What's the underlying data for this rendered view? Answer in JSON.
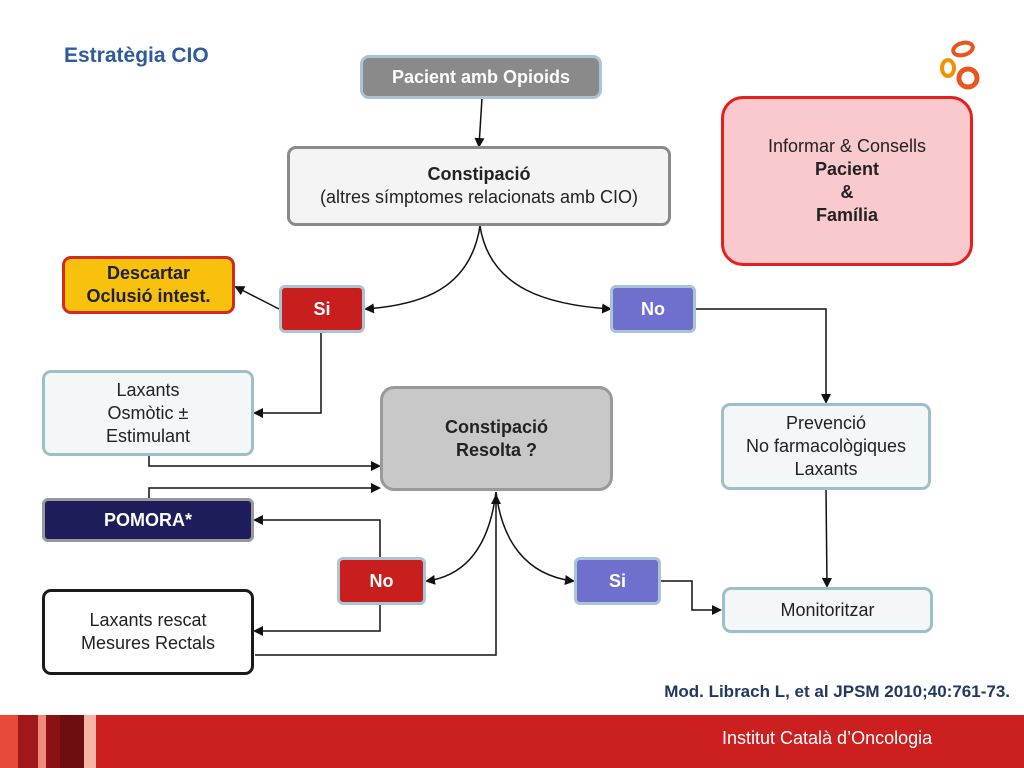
{
  "title": "Estratègia CIO",
  "nodes": {
    "start": "Pacient amb Opioids",
    "constipation_title": "Constipació",
    "constipation_sub": "(altres símptomes relacionats amb CIO)",
    "info_line1": "Informar & Consells",
    "info_line2": "Pacient",
    "info_line3": "&",
    "info_line4": "Família",
    "rule_out_line1": "Descartar",
    "rule_out_line2": "Oclusió intest.",
    "yes_top": "Si",
    "no_top": "No",
    "laxatives_line1": "Laxants",
    "laxatives_line2": "Osmòtic ±",
    "laxatives_line3": "Estimulant",
    "resolved_line1": "Constipació",
    "resolved_line2": "Resolta ?",
    "prevention_line1": "Prevenció",
    "prevention_line2": "No farmacològiques",
    "prevention_line3": "Laxants",
    "pomora": "POMORA*",
    "no_bottom": "No",
    "yes_bottom": "Si",
    "rescue_line1": "Laxants rescat",
    "rescue_line2": "Mesures Rectals",
    "monitor": "Monitoritzar"
  },
  "citation": "Mod. Librach L, et al JPSM 2010;40:761-73.",
  "footer": {
    "institution": "Institut Català d’Oncologia"
  },
  "colors": {
    "title": "#2e5b9e",
    "yes_no_red": "#c81e1e",
    "yes_no_purple": "#6f6fce",
    "pomora_navy": "#1d1d5c",
    "rule_out_yellow": "#f7c10d",
    "info_pink": "#f9c9cd",
    "footer_red": "#cc1f1f"
  }
}
